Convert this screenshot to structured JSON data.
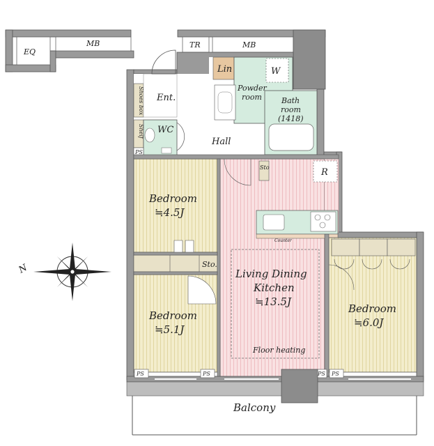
{
  "labels": {
    "eq": "EQ",
    "mb_left": "MB",
    "tr": "TR",
    "mb_right": "MB",
    "lin": "Lin",
    "w": "W",
    "powder_1": "Powder",
    "powder_2": "room",
    "bath_1": "Bath",
    "bath_2": "room",
    "bath_3": "(1418)",
    "shoes_box": "Shoes box",
    "ent": "Ent.",
    "shelf": "Shelf",
    "wc": "WC",
    "hall": "Hall",
    "ps_hall": "PS",
    "sto_hall": "Sto",
    "r": "R",
    "bedroom1_name": "Bedroom",
    "bedroom1_size": "≒4.5J",
    "counter": "Counter",
    "sto_mid": "Sto.",
    "ldk_1": "Living Dining",
    "ldk_2": "Kitchen",
    "ldk_3": "≒13.5J",
    "bedroom2_name": "Bedroom",
    "bedroom2_size": "≒5.1J",
    "bedroom3_name": "Bedroom",
    "bedroom3_size": "≒6.0J",
    "floor_heating": "Floor heating",
    "ps1": "PS",
    "ps2": "PS",
    "ps3": "PS",
    "ps4": "PS",
    "balcony": "Balcony",
    "compass_n": "N"
  },
  "colors": {
    "wall": "#9a9a9a",
    "wall_edge": "#555555",
    "bedroom_fill": "#f2ecc9",
    "bedroom_stripe": "#e3d9a6",
    "ldk_fill": "#f8dfe0",
    "ldk_stripe": "#eec4c7",
    "wet_fill": "#d5ecdf",
    "hall_fill": "#ffffff",
    "storage_fill": "#e8e1c8",
    "lin_fill": "#e7c7a0",
    "column": "#8c8c8c"
  }
}
